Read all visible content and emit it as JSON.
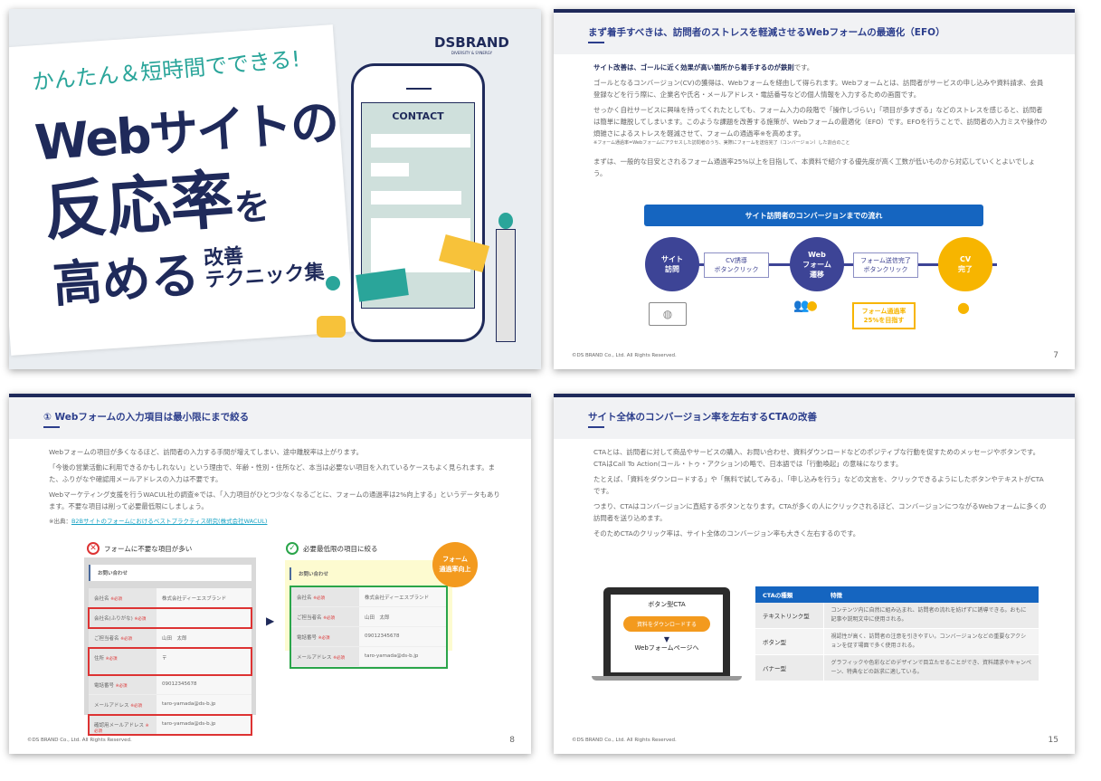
{
  "slide1": {
    "tagline": "かんたん＆短時間でできる!",
    "title_line1": "Webサイトの",
    "title_line2": "反応率",
    "title_wo": "を",
    "title_line3": "高める",
    "title_sub1": "改善",
    "title_sub2": "テクニック集",
    "brand": "DSBRAND",
    "brand_sub": "DIVERSITY & SYNERGY",
    "phone_label": "CONTACT",
    "accent": "#2aa59a"
  },
  "slide2": {
    "title": "まず着手すべきは、訪問者のストレスを軽減させるWebフォームの最適化（EFO）",
    "lead_bold": "サイト改善は、ゴールに近く効果が高い箇所から着手するのが鉄則",
    "lead_tail": "です。",
    "paragraphs": [
      "ゴールとなるコンバージョン(CV)の獲得は、Webフォームを経由して得られます。Webフォームとは、訪問者がサービスの申し込みや資料請求、会員登録などを行う際に、企業名や氏名・メールアドレス・電話番号などの個人情報を入力するための画面です。",
      "せっかく自社サービスに興味を持ってくれたとしても、フォーム入力の段階で「操作しづらい」「項目が多すぎる」などのストレスを感じると、訪問者は簡単に離脱してしまいます。このような課題を改善する施策が、Webフォームの最適化（EFO）です。EFOを行うことで、訪問者の入力ミスや操作の煩雑さによるストレスを軽減させて、フォームの通過率※を高めます。"
    ],
    "note": "※フォーム通過率=Webフォームにアクセスした訪問者のうち、実際にフォームを送信完了（コンバージョン）した割合のこと",
    "closing": "まずは、一般的な目安とされるフォーム通過率25%以上を目指して、本資料で紹介する優先度が高く工数が低いものから対応していくとよいでしょう。",
    "flow_title": "サイト訪問者のコンバージョンまでの流れ",
    "flow": {
      "step1": "サイト\n訪問",
      "arrow1": "CV誘導\nボタンクリック",
      "step2": "Web\nフォーム\n遷移",
      "arrow2": "フォーム送信完了\nボタンクリック",
      "step3": "CV\n完了",
      "target": "フォーム通過率\n25%を目指す"
    },
    "footer": "©DS BRAND Co., Ltd. All Rights Reserved.",
    "page": "7"
  },
  "slide3": {
    "title": "① Webフォームの入力項目は最小限にまで絞る",
    "paragraphs": [
      "Webフォームの項目が多くなるほど、訪問者の入力する手間が増えてしまい、途中離脱率は上がります。",
      "「今後の営業活動に利用できるかもしれない」という理由で、年齢・性別・住所など、本当は必要ない項目を入れているケースもよく見られます。また、ふりがなや確認用メールアドレスの入力は不要です。",
      "Webマーケティング支援を行うWACUL社の調査※では、「入力項目がひとつ少なくなるごとに、フォームの通過率は2%向上する」というデータもあります。不要な項目は削って必要最低限にしましょう。"
    ],
    "source_prefix": "※出典：",
    "source_link": "B2Bサイトのフォームにおけるベストプラクティス研究(株式会社WACUL)",
    "bad_label": "フォームに不要な項目が多い",
    "good_label": "必要最低限の項目に絞る",
    "form_title": "お問い合わせ",
    "required": "※必須",
    "badge": "フォーム\n通過率向上",
    "bad_rows": [
      {
        "label": "会社名",
        "value": "株式会社ディーエスブランド",
        "flag": false
      },
      {
        "label": "会社名(ふりがな)",
        "value": "",
        "flag": true
      },
      {
        "label": "ご担当者名",
        "value": "山田　太郎",
        "flag": false
      },
      {
        "label": "住所",
        "value": "〒",
        "flag": true
      },
      {
        "label": "電話番号",
        "value": "09012345678",
        "flag": false
      },
      {
        "label": "メールアドレス",
        "value": "taro-yamada@ds-b.jp",
        "flag": false
      },
      {
        "label": "確認用メールアドレス",
        "value": "taro-yamada@ds-b.jp",
        "flag": true
      }
    ],
    "good_rows": [
      {
        "label": "会社名",
        "value": "株式会社ディーエスブランド"
      },
      {
        "label": "ご担当者名",
        "value": "山田　太郎"
      },
      {
        "label": "電話番号",
        "value": "09012345678"
      },
      {
        "label": "メールアドレス",
        "value": "taro-yamada@ds-b.jp"
      }
    ],
    "footer": "©DS BRAND Co., Ltd. All Rights Reserved.",
    "page": "8"
  },
  "slide4": {
    "title": "サイト全体のコンバージョン率を左右するCTAの改善",
    "paragraphs": [
      "CTAとは、訪問者に対して商品やサービスの購入、お問い合わせ、資料ダウンロードなどのポジティブな行動を促すためのメッセージやボタンです。CTAはCall To Action(コール・トゥ・アクション)の略で、日本語では「行動喚起」の意味になります。",
      "たとえば、「資料をダウンロードする」や「無料で試してみる」、「申し込みを行う」などの文言を、クリックできるようにしたボタンやテキストがCTAです。",
      "つまり、CTAはコンバージョンに直結するボタンとなります。CTAが多くの人にクリックされるほど、コンバージョンにつながるWebフォームに多くの訪問者を送り込めます。",
      "そのためCTAのクリック率は、サイト全体のコンバージョン率も大きく左右するのです。"
    ],
    "laptop": {
      "label": "ボタン型CTA",
      "button": "資料をダウンロードする",
      "dest": "Webフォームページへ"
    },
    "table": {
      "headers": [
        "CTAの種類",
        "特徴"
      ],
      "rows": [
        [
          "テキストリンク型",
          "コンテンツ内に自然に組み込まれ、訪問者の流れを妨げずに誘導できる。おもに記事や説明文中に使用される。"
        ],
        [
          "ボタン型",
          "視認性が高く、訪問者の注意を引きやすい。コンバージョンなどの重要なアクションを促す場面で多く使用される。"
        ],
        [
          "バナー型",
          "グラフィックや色彩などのデザインで目立たせることができ、資料請求やキャンペーン、特典などの訴求に適している。"
        ]
      ]
    },
    "footer": "©DS BRAND Co., Ltd. All Rights Reserved.",
    "page": "15"
  },
  "colors": {
    "navy": "#1f2a5a",
    "indigo": "#3d4496",
    "blue": "#1565c0",
    "yellow": "#f7b500",
    "orange": "#f39a1e",
    "teal": "#2aa59a"
  }
}
